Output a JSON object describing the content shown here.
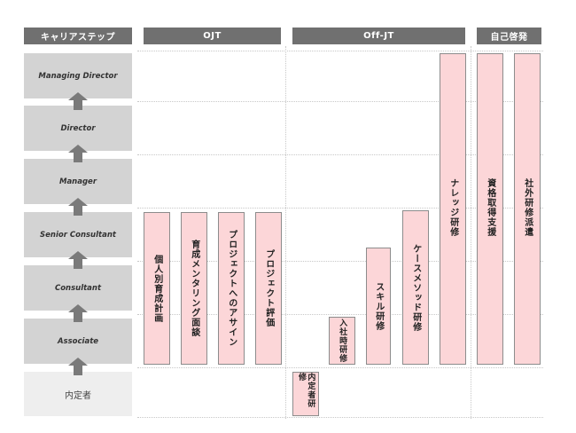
{
  "headers": {
    "career": "キャリアステップ",
    "ojt": "OJT",
    "offjt": "Off-JT",
    "self": "自己啓発"
  },
  "stages": [
    "Managing Director",
    "Director",
    "Manager",
    "Senior Consultant",
    "Consultant",
    "Associate",
    "内定者"
  ],
  "programs": {
    "ojt": [
      "個人別育成計画",
      "育成メンタリング面談",
      "プロジェクトへのアサイン",
      "プロジェクト評価"
    ],
    "offjt": {
      "naitei": "内定者研修",
      "nyusha": "入社時研修",
      "skill": "スキル研修",
      "case": "ケースメソッド研修",
      "knowledge": "ナレッジ研修"
    },
    "self": [
      "資格取得支援",
      "社外研修派遣"
    ]
  },
  "colors": {
    "header_bg": "#707070",
    "stage_bg": "#d3d3d3",
    "bar_fill": "#fcd6d8",
    "arrow": "#7a7a7a"
  }
}
